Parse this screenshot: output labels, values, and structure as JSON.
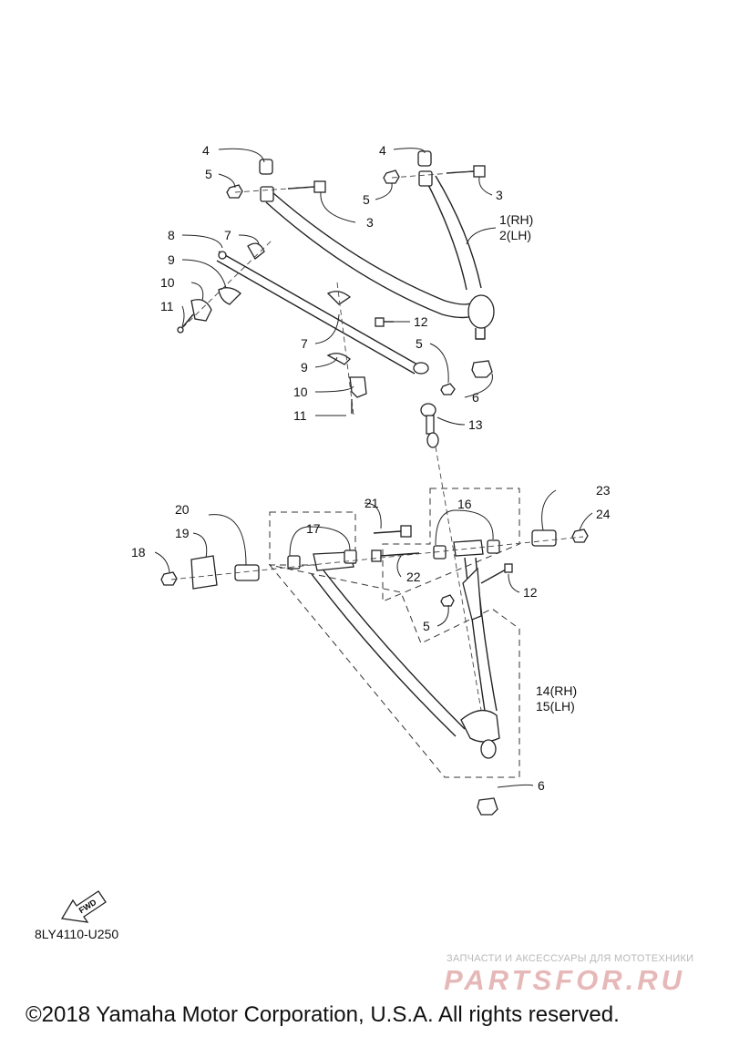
{
  "diagram": {
    "callouts": {
      "c1": "1(RH)",
      "c2": "2(LH)",
      "c3a": "3",
      "c3b": "3",
      "c4a": "4",
      "c4b": "4",
      "c5a": "5",
      "c5b": "5",
      "c5c": "5",
      "c5d": "5",
      "c6a": "6",
      "c6b": "6",
      "c7a": "7",
      "c7b": "7",
      "c8": "8",
      "c9a": "9",
      "c9b": "9",
      "c10a": "10",
      "c10b": "10",
      "c11a": "11",
      "c11b": "11",
      "c12a": "12",
      "c12b": "12",
      "c13": "13",
      "c14": "14(RH)",
      "c15": "15(LH)",
      "c16": "16",
      "c17": "17",
      "c18": "18",
      "c19": "19",
      "c20": "20",
      "c21": "21",
      "c22": "22",
      "c23": "23",
      "c24": "24"
    },
    "fwd_label": "FWD",
    "diagram_code": "8LY4110-U250"
  },
  "watermark": {
    "tagline": "ЗАПЧАСТИ И АКСЕССУАРЫ ДЛЯ МОТОТЕХНИКИ",
    "logo": "PARTSFOR.RU"
  },
  "footer": {
    "copyright": "©2018 Yamaha Motor Corporation, U.S.A. All rights reserved."
  }
}
